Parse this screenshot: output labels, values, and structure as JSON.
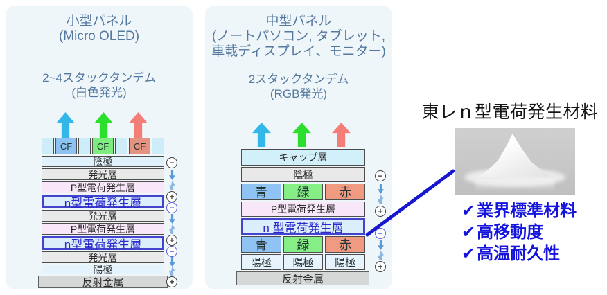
{
  "left_panel": {
    "title": "小型パネル",
    "subtitle": "(Micro OLED)",
    "stack_type": "2~4スタックタンデム",
    "emission": "(白色発光)",
    "cf_label": "CF",
    "layers": [
      "陰極",
      "発光層",
      "P型電荷発生層",
      "n型電荷発生層",
      "発光層",
      "P型電荷発生層",
      "n型電荷発生層",
      "発光層",
      "陽極",
      "反射金属"
    ]
  },
  "middle_panel": {
    "title": "中型パネル",
    "subtitle_line1": "(ノートパソコン, タブレット,",
    "subtitle_line2": "車載ディスプレイ、モニター)",
    "stack_type": "2スタックタンデム",
    "emission": "(RGB発光)",
    "layers": {
      "cap": "キャップ層",
      "cathode": "陰極",
      "rgb": [
        "青",
        "緑",
        "赤"
      ],
      "p": "P型電荷発生層",
      "n": "n 型電荷発生層",
      "anode": "陽極",
      "metal": "反射金属"
    }
  },
  "right": {
    "title": "東レｎ型電荷発生材料",
    "check": "✔",
    "features": [
      "業界標準材料",
      "高移動度",
      "高温耐久性"
    ]
  },
  "symbols": {
    "minus": "−",
    "plus": "+"
  },
  "colors": {
    "panel_bg": "#eef6f9",
    "header_text": "#54789f",
    "n_layer_border": "#4343cb",
    "n_layer_text": "#2a2ad0",
    "feature_text": "#1414dd",
    "arrow_blue": "#33b6e8",
    "arrow_green": "#2ddf2d",
    "arrow_red": "#f47d78",
    "connector_line": "#1717cf"
  }
}
